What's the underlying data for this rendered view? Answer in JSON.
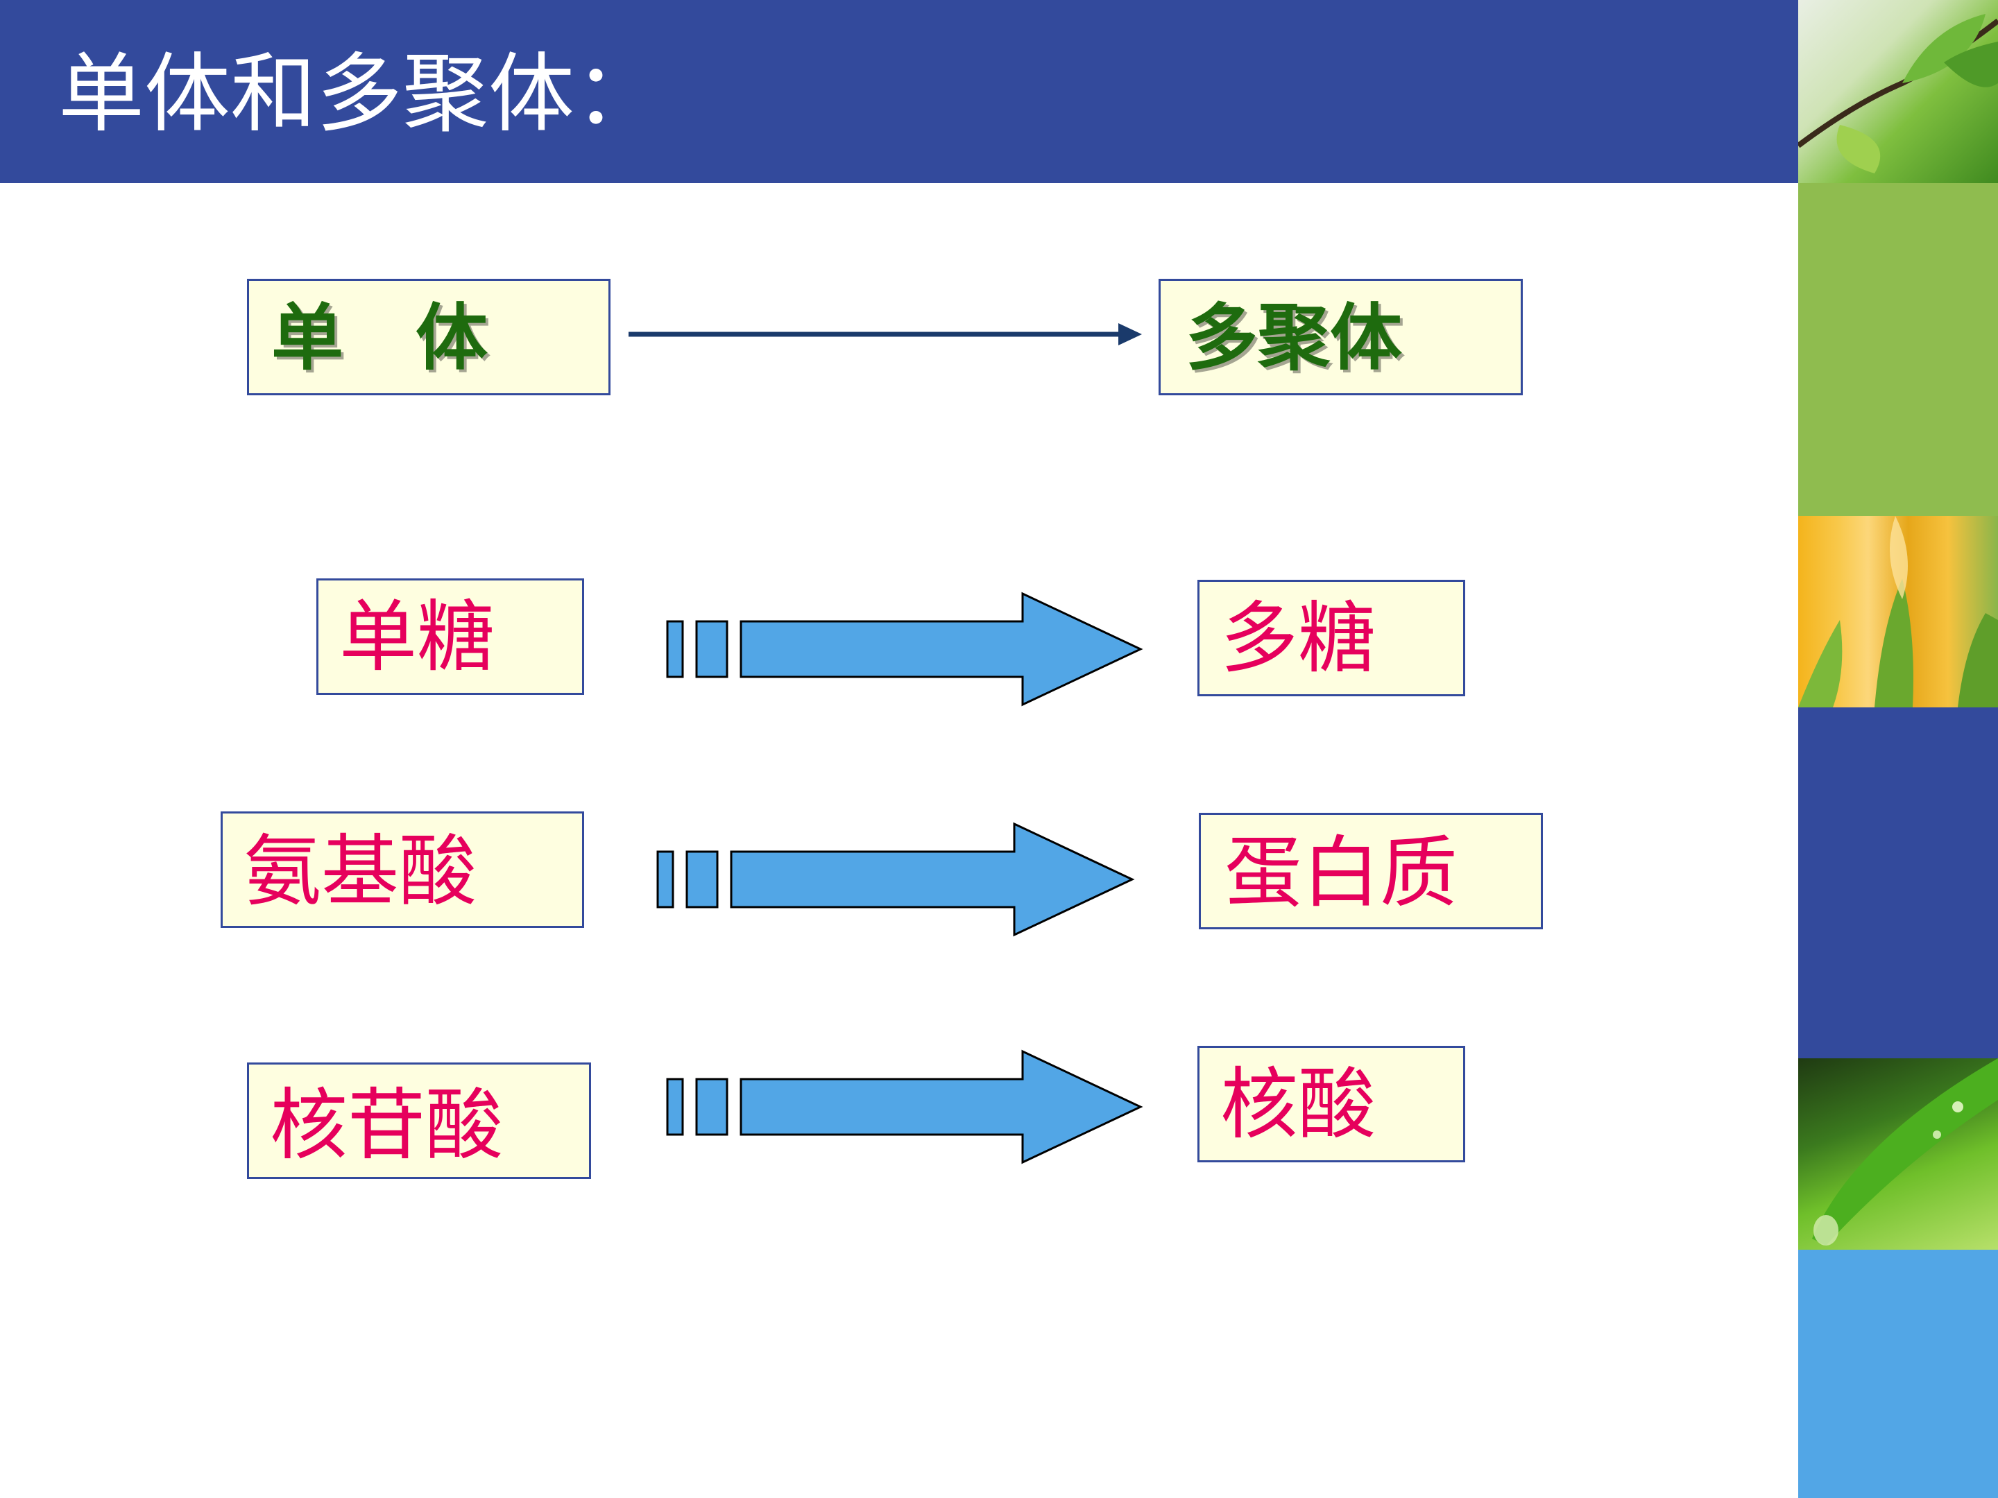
{
  "title": "单体和多聚体：",
  "header": {
    "left": "单　体",
    "right": "多聚体"
  },
  "rows": [
    {
      "monomer": "单糖",
      "polymer": "多糖"
    },
    {
      "monomer": "氨基酸",
      "polymer": "蛋白质"
    },
    {
      "monomer": "核苷酸",
      "polymer": "核酸"
    }
  ],
  "colors": {
    "title_bar": "#334a9c",
    "header_text": "#1e6b0e",
    "item_text": "#e6005c",
    "box_fill": "#fefee0",
    "box_border": "#334a9c",
    "arrow_fill": "#52a6e6",
    "connector_line": "#1a3a6b"
  }
}
